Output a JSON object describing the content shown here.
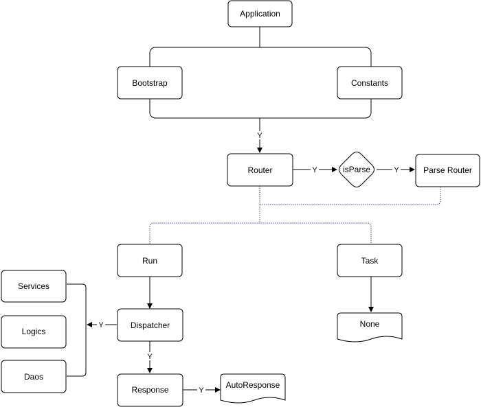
{
  "nodes": {
    "application": "Application",
    "bootstrap": "Bootstrap",
    "constants": "Constants",
    "router": "Router",
    "is_parse": "isParse",
    "parse_router": "Parse Router",
    "run": "Run",
    "task": "Task",
    "services": "Services",
    "logics": "Logics",
    "daos": "Daos",
    "dispatcher": "Dispatcher",
    "none": "None",
    "response": "Response",
    "auto_response": "AutoResponse"
  },
  "edge_labels": {
    "group_to_router": "Y",
    "router_to_isparse": "Y",
    "isparse_to_parse_router": "Y",
    "dispatcher_to_services": "Y",
    "dispatcher_to_response": "Y",
    "response_to_autoresponse": "Y"
  },
  "colors": {
    "line": "#000000",
    "dotted_line": "#3b3f8f",
    "node_fill": "#ffffff"
  }
}
